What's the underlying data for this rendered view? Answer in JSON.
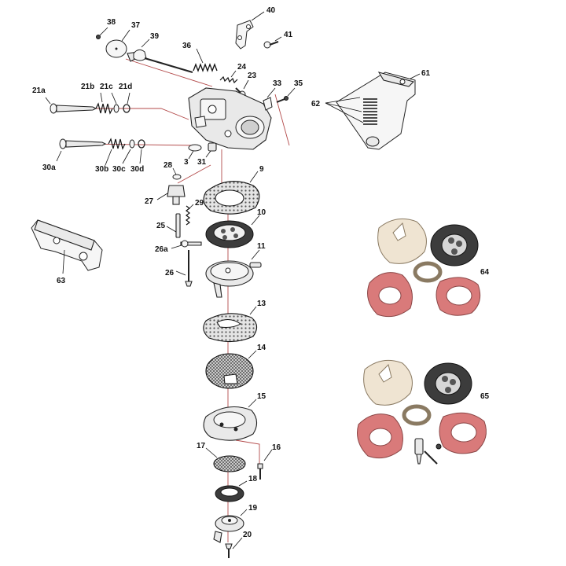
{
  "labels": {
    "l38": "38",
    "l37": "37",
    "l39": "39",
    "l40": "40",
    "l41": "41",
    "l36": "36",
    "l24": "24",
    "l23": "23",
    "l33": "33",
    "l35": "35",
    "l21a": "21a",
    "l21b": "21b",
    "l21c": "21c",
    "l21d": "21d",
    "l30a": "30a",
    "l30b": "30b",
    "l30c": "30c",
    "l30d": "30d",
    "l3": "3",
    "l31": "31",
    "l28": "28",
    "l27": "27",
    "l29": "29",
    "l25": "25",
    "l26a": "26a",
    "l26": "26",
    "l9": "9",
    "l10": "10",
    "l11": "11",
    "l13": "13",
    "l14": "14",
    "l15": "15",
    "l16": "16",
    "l17": "17",
    "l18": "18",
    "l19": "19",
    "l20": "20",
    "l61": "61",
    "l62": "62",
    "l63": "63",
    "l64": "64",
    "l65": "65"
  },
  "colors": {
    "axis_line": "#b34a4a",
    "gasket_red": "#d97a7a",
    "gasket_cream": "#efe4d2",
    "diaphragm_dark": "#3c3c3c"
  }
}
